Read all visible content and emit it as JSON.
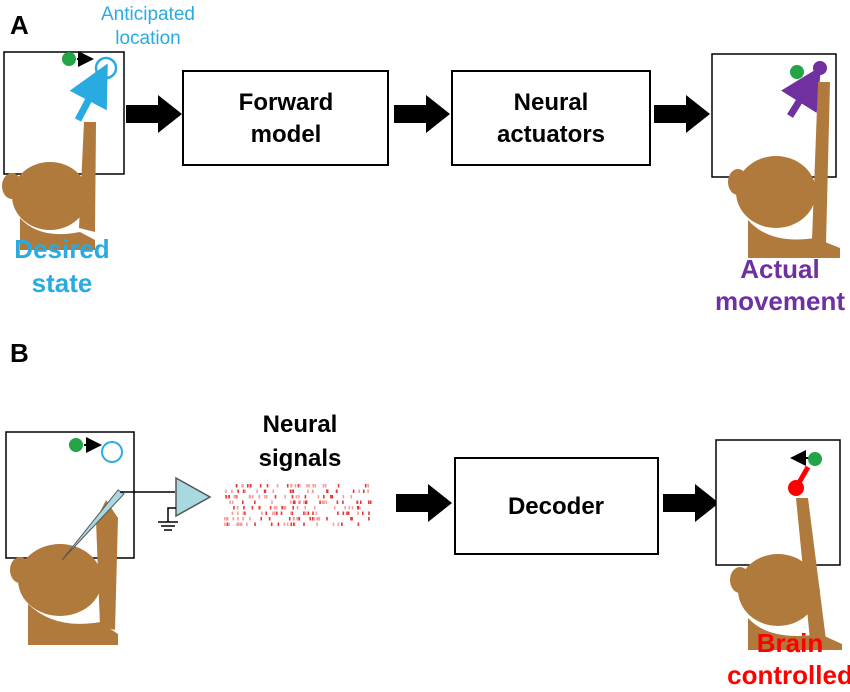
{
  "panel_a": {
    "label": "A",
    "anticipated_line1": "Anticipated",
    "anticipated_line2": "location",
    "desired_line1": "Desired",
    "desired_line2": "state",
    "forward_line1": "Forward",
    "forward_line2": "model",
    "actuators_line1": "Neural",
    "actuators_line2": "actuators",
    "actual_line1": "Actual",
    "actual_line2": "movement"
  },
  "panel_b": {
    "label": "B",
    "signals_line1": "Neural",
    "signals_line2": "signals",
    "decoder": "Decoder",
    "brain_line1": "Brain",
    "brain_line2": "controlled"
  },
  "colors": {
    "blue": "#29abe2",
    "purple": "#7030a0",
    "red": "#ff0000",
    "green": "#22a447",
    "monkey": "#b07a3c"
  }
}
